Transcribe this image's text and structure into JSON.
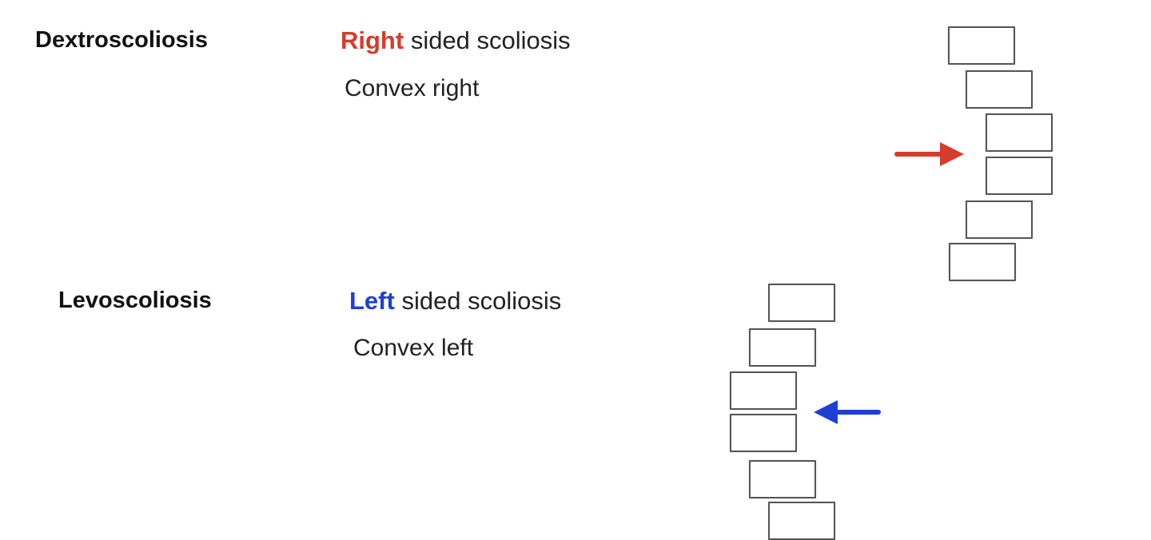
{
  "colors": {
    "right": "#d63b2b",
    "left": "#1d3fd6",
    "text": "#222222",
    "term": "#111111",
    "vertebra_border": "#555555"
  },
  "rows": [
    {
      "term": "Dextroscoliosis",
      "side_word": "Right",
      "side_rest": " sided scoliosis",
      "convex": "Convex right",
      "side_color": "#d63b2b",
      "arrow_direction": "right"
    },
    {
      "term": "Levoscoliosis",
      "side_word": "Left",
      "side_rest": " sided scoliosis",
      "convex": "Convex left",
      "side_color": "#1d3fd6",
      "arrow_direction": "left"
    }
  ]
}
